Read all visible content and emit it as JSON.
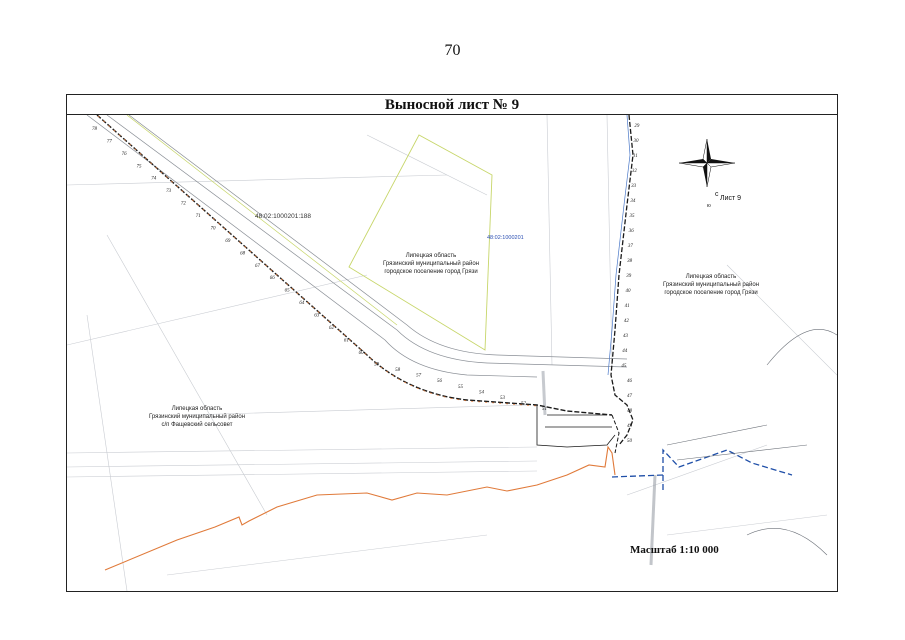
{
  "page_number": "70",
  "sheet_title": "Выносной лист № 9",
  "scale_label": "Масштаб 1:10 000",
  "sheet_ref": "Лист 9",
  "compass": {
    "north": "с",
    "south": "ю"
  },
  "cadastral": {
    "main": "48:02:1000201:188",
    "block": "48:02:1000201"
  },
  "regions": {
    "center": [
      "Липецкая область",
      "Грязинский муниципальный район",
      "городское поселение город Грязи"
    ],
    "right": [
      "Липецкая область",
      "Грязинский муниципальный район",
      "городское поселение город Грязи"
    ],
    "left": [
      "Липецкая область",
      "Грязинский муниципальный район",
      "с/п Фащевский сельсовет"
    ]
  },
  "point_labels": {
    "right_column": [
      "29",
      "30",
      "31",
      "32",
      "33",
      "34",
      "35",
      "36",
      "37",
      "38",
      "39",
      "40",
      "41",
      "42",
      "43",
      "44",
      "45",
      "46",
      "47",
      "48",
      "49",
      "50"
    ],
    "diagonal": [
      "78",
      "77",
      "76",
      "75",
      "74",
      "73",
      "72",
      "71",
      "70",
      "69",
      "68",
      "67",
      "66",
      "65",
      "64",
      "63",
      "62",
      "61",
      "60",
      "59",
      "58",
      "57",
      "56",
      "55",
      "54",
      "53",
      "52",
      "51"
    ]
  },
  "map_colors": {
    "boundary": "#1a1a1a",
    "orange": "#e07a3a",
    "blue": "#1f4fa8",
    "green": "#c7d66a",
    "gray": "#9aa0a8"
  }
}
